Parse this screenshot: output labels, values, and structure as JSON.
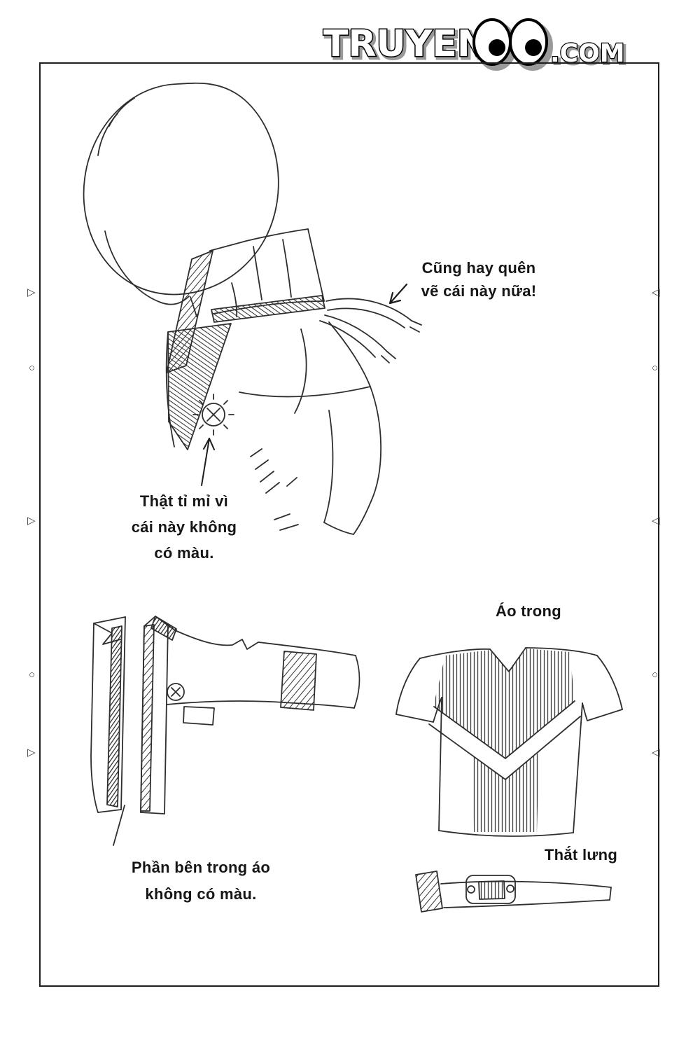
{
  "logo": {
    "word": "TRUYEN",
    "eyes": "QQ",
    "suffix": ".COM"
  },
  "icons": {
    "triangle_right": "▷",
    "triangle_left": "◁",
    "circle": "○"
  },
  "annotations": {
    "collar_note": {
      "line1": "Cũng hay quên",
      "line2": "vẽ cái này nữa!"
    },
    "button_note": {
      "line1": "Thật tỉ mỉ vì",
      "line2": "cái này không",
      "line3": "có màu."
    },
    "inner_shirt_label": "Áo trong",
    "inside_note": {
      "line1": "Phần bên trong áo",
      "line2": "không có màu."
    },
    "belt_label": "Thắt lưng"
  },
  "colors": {
    "ink": "#2e2e2e",
    "paper": "#ffffff",
    "frame": "#1f1f1f"
  }
}
